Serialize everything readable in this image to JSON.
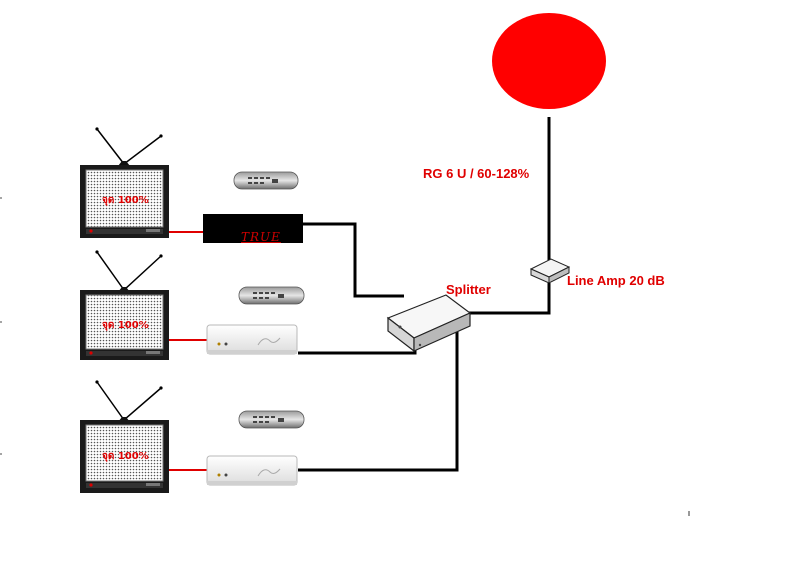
{
  "labels": {
    "cable": "RG 6 U / 60-128%",
    "line_amp": "Line Amp 20 dB",
    "splitter": "Splitter"
  },
  "tvs": [
    {
      "screen_text": "จุด 100%"
    },
    {
      "screen_text": "จุด 100%"
    },
    {
      "screen_text": "จุด 100%"
    }
  ],
  "receivers": {
    "first_box_text": "TRUE"
  },
  "colors": {
    "dish": "#ff0000",
    "label": "#e00000",
    "cable": "#000000",
    "av_link": "#e00000"
  }
}
